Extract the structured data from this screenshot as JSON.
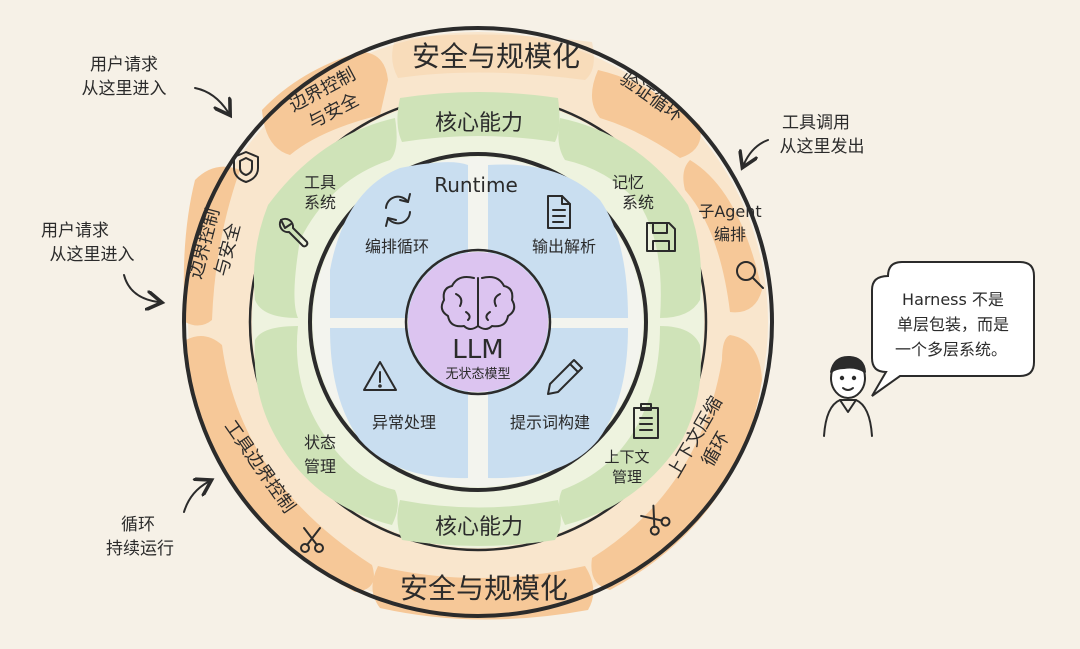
{
  "outer_ring": {
    "title_top": "安全与规模化",
    "title_bottom": "安全与规模化",
    "segments": {
      "boundary_top": [
        "边界控制",
        "与安全"
      ],
      "boundary_left": [
        "边界控制",
        "与安全"
      ],
      "verify_loop": "验证循环",
      "sub_agent": [
        "子Agent",
        "编排"
      ],
      "context_compress": [
        "上下文压缩",
        "循环"
      ],
      "tool_boundary": "工具边界控制"
    }
  },
  "middle_ring": {
    "title_top": "核心能力",
    "title_bottom": "核心能力",
    "segments": {
      "tools": [
        "工具",
        "系统"
      ],
      "memory": [
        "记忆",
        "系统"
      ],
      "state": [
        "状态",
        "管理"
      ],
      "context": [
        "上下文",
        "管理"
      ]
    }
  },
  "inner_ring": {
    "title": "Runtime",
    "segments": {
      "orchestration": "编排循环",
      "output_parse": "输出解析",
      "exception": "异常处理",
      "prompt_build": "提示词构建"
    }
  },
  "core": {
    "title": "LLM",
    "subtitle": "无状态模型"
  },
  "annotations": {
    "user_request_top": [
      "用户请求",
      "从这里进入"
    ],
    "user_request_left": [
      "用户请求",
      "从这里进入"
    ],
    "tool_call": [
      "工具调用",
      "从这里发出"
    ],
    "loop_running": [
      "循环",
      "持续运行"
    ]
  },
  "speech_bubble": {
    "lines": [
      "Harness 不是",
      "单层包装，而是",
      "一个多层系统。"
    ]
  },
  "colors": {
    "background": "#f6f1e7",
    "outer_band": "#f9e6cd",
    "outer_segment": "#f6c898",
    "middle_segment": "#cfe3b8",
    "middle_band": "#eef3df",
    "inner_segment": "#c9def0",
    "core": "#dcc4f0",
    "ink": "#2b2b2b"
  },
  "icons": {
    "shield": "shield-icon",
    "search": "magnifier-icon",
    "scissors": "scissors-icon",
    "wrench": "wrench-icon",
    "save": "floppy-disk-icon",
    "clipboard": "clipboard-icon",
    "refresh": "refresh-icon",
    "document": "document-icon",
    "warning": "warning-icon",
    "pencil": "pencil-icon",
    "brain": "brain-icon",
    "person": "person-icon"
  }
}
